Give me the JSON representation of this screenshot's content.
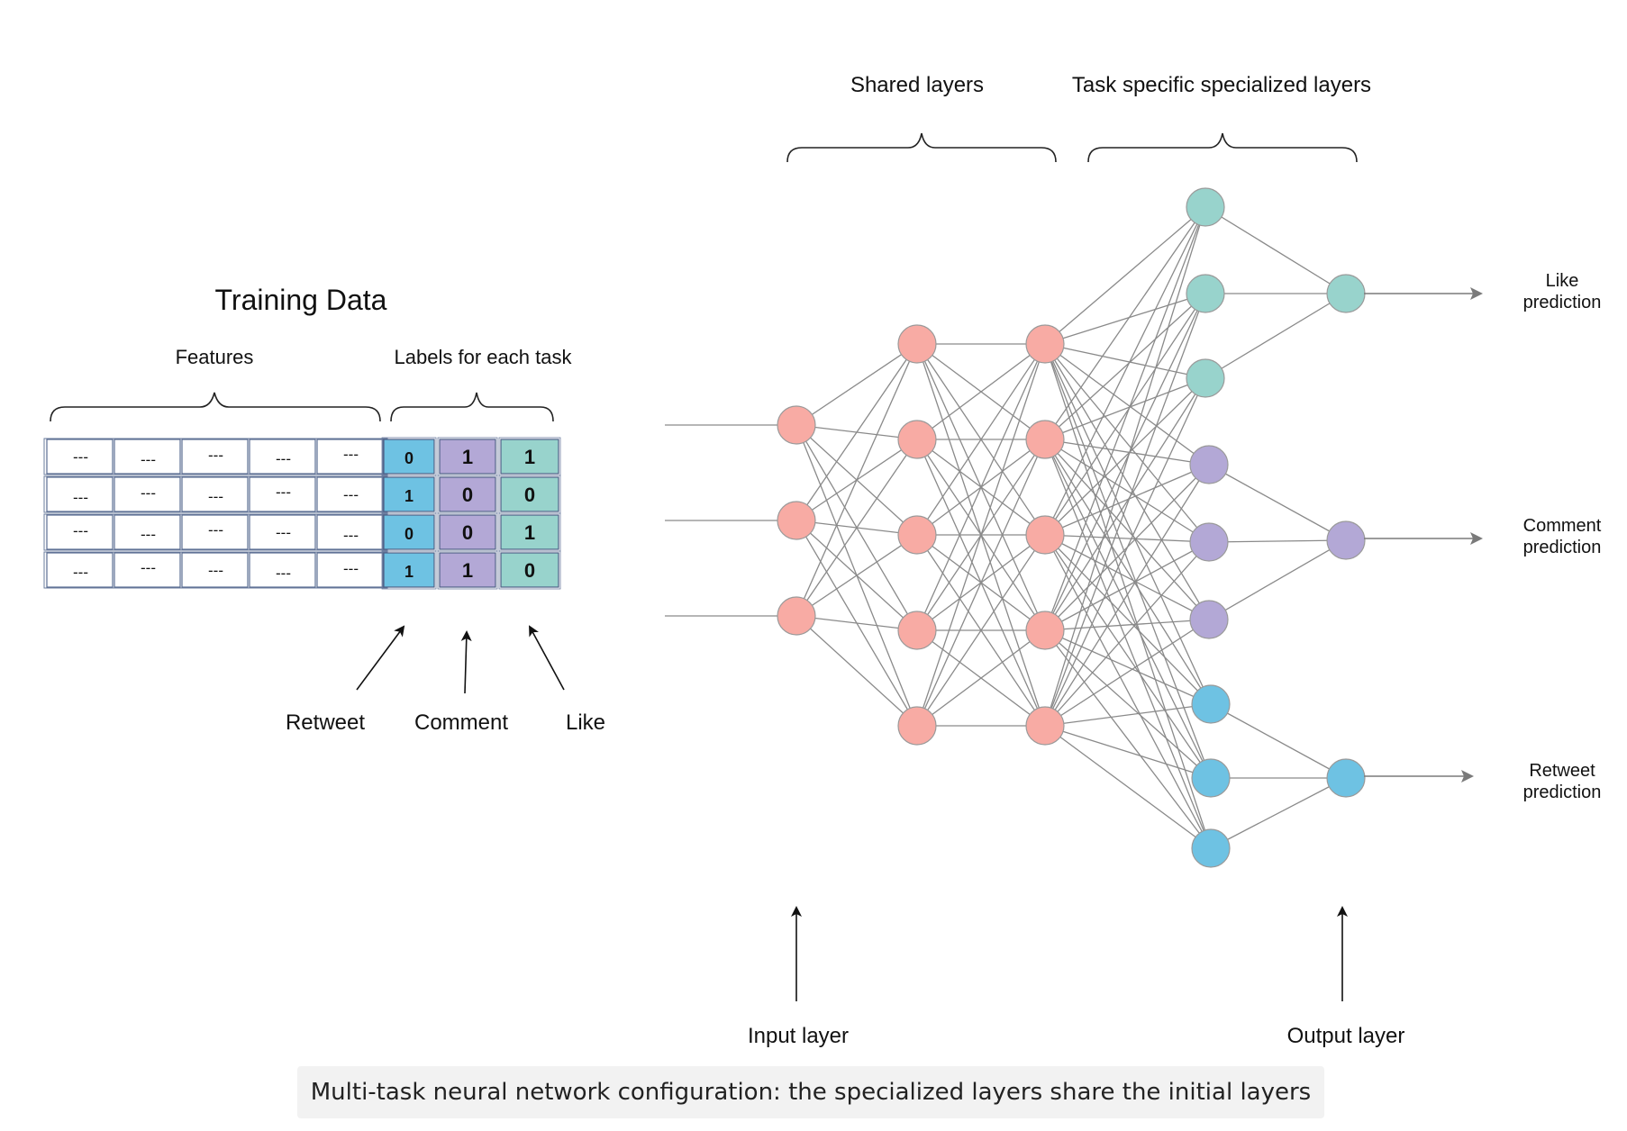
{
  "headers": {
    "shared_layers": "Shared layers",
    "task_specific": "Task specific specialized layers"
  },
  "training": {
    "title": "Training Data",
    "features_label": "Features",
    "labels_label": "Labels for each task",
    "feature_placeholder": "---",
    "rows": [
      {
        "retweet": "0",
        "comment": "1",
        "like": "1"
      },
      {
        "retweet": "1",
        "comment": "0",
        "like": "0"
      },
      {
        "retweet": "0",
        "comment": "0",
        "like": "1"
      },
      {
        "retweet": "1",
        "comment": "1",
        "like": "0"
      }
    ],
    "arrow_labels": {
      "retweet": "Retweet",
      "comment": "Comment",
      "like": "Like"
    }
  },
  "network": {
    "input_layer_label": "Input layer",
    "output_layer_label": "Output layer",
    "predictions": {
      "like": [
        "Like",
        "prediction"
      ],
      "comment": [
        "Comment",
        "prediction"
      ],
      "retweet": [
        "Retweet",
        "prediction"
      ]
    },
    "colors": {
      "shared": "#f8aba4",
      "like": "#98d3cc",
      "comment": "#b3a8d6",
      "retweet": "#6ec2e3",
      "connection": "#8a8a8a"
    }
  },
  "caption": "Multi-task neural network configuration: the specialized layers share the initial layers"
}
